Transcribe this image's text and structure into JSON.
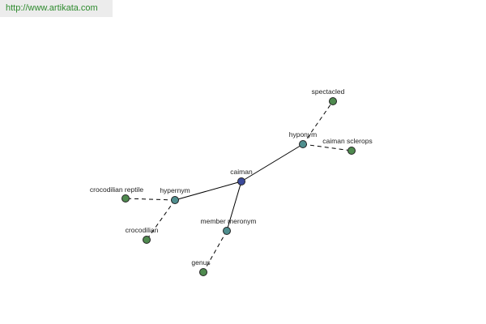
{
  "watermark": {
    "url": "http://www.artikata.com"
  },
  "colors": {
    "center": "#3b4a9a",
    "relation": "#4f8e8e",
    "leaf": "#4f8a4f"
  },
  "graph": {
    "nodes": [
      {
        "id": "caiman",
        "label": "caiman",
        "kind": "center"
      },
      {
        "id": "hypernym",
        "label": "hypernym",
        "kind": "relation"
      },
      {
        "id": "hyponym",
        "label": "hyponym",
        "kind": "relation"
      },
      {
        "id": "member_meronym",
        "label": "member meronym",
        "kind": "relation"
      },
      {
        "id": "crocodilian_reptile",
        "label": "crocodilian reptile",
        "kind": "leaf"
      },
      {
        "id": "crocodilian",
        "label": "crocodilian",
        "kind": "leaf"
      },
      {
        "id": "spectacled",
        "label": "spectacled",
        "kind": "leaf"
      },
      {
        "id": "caiman_sclerops",
        "label": "caiman sclerops",
        "kind": "leaf"
      },
      {
        "id": "genus",
        "label": "genus",
        "kind": "leaf"
      }
    ],
    "edges": [
      {
        "from": "caiman",
        "to": "hypernym",
        "style": "solid"
      },
      {
        "from": "caiman",
        "to": "hyponym",
        "style": "solid"
      },
      {
        "from": "caiman",
        "to": "member_meronym",
        "style": "solid"
      },
      {
        "from": "hypernym",
        "to": "crocodilian_reptile",
        "style": "dashed"
      },
      {
        "from": "hypernym",
        "to": "crocodilian",
        "style": "dashed"
      },
      {
        "from": "hyponym",
        "to": "spectacled",
        "style": "dashed"
      },
      {
        "from": "hyponym",
        "to": "caiman_sclerops",
        "style": "dashed"
      },
      {
        "from": "member_meronym",
        "to": "genus",
        "style": "dashed"
      }
    ]
  }
}
